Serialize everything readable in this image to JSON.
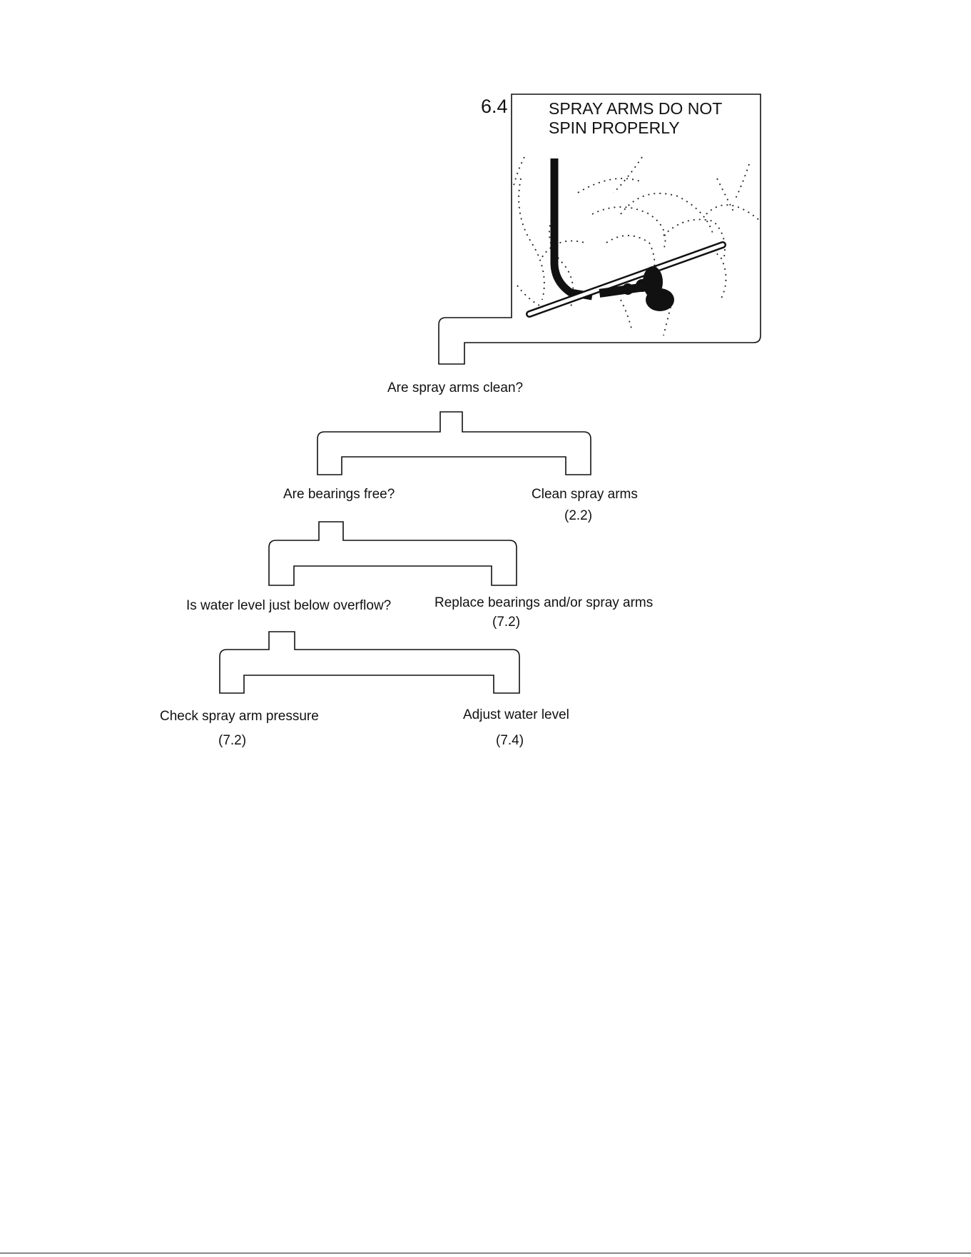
{
  "section_number": "6.4",
  "title_line1": "SPRAY ARMS DO NOT",
  "title_line2": "SPIN PROPERLY",
  "nodes": {
    "q1": "Are spray arms clean?",
    "q2": "Are bearings free?",
    "a1": "Clean spray arms",
    "a1_ref": "(2.2)",
    "q3": "Is water level just below overflow?",
    "a2": "Replace bearings and/or spray arms",
    "a2_ref": "(7.2)",
    "a3": "Check spray arm pressure",
    "a3_ref": "(7.2)",
    "a4": "Adjust water level",
    "a4_ref": "(7.4)"
  }
}
